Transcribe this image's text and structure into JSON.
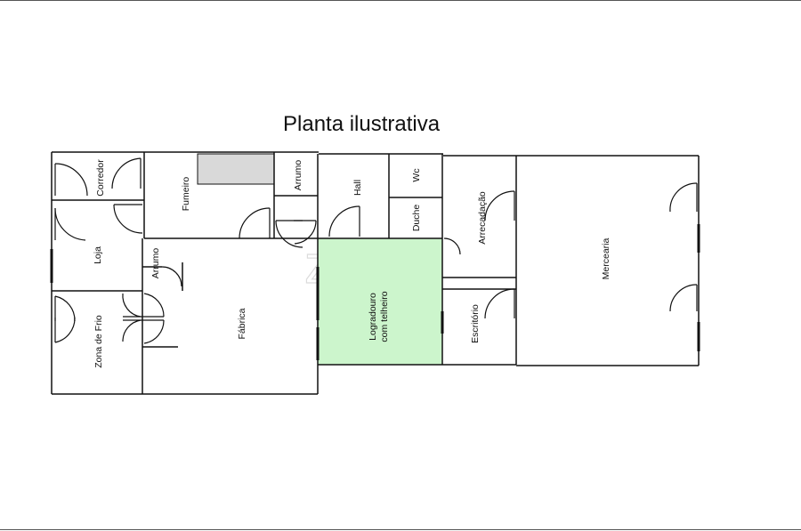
{
  "title": "Planta ilustrativa",
  "watermark": "zome",
  "colors": {
    "courtyard_fill": "#ccf5cc",
    "courtyard_stroke": "#9be09b",
    "chimney_fill": "#d9d9d9",
    "wall": "#111111"
  },
  "rooms": {
    "corredor": "Corredor",
    "fumeiro": "Fumeiro",
    "arrumo_top": "Arrumo",
    "hall": "Hall",
    "wc": "Wc",
    "duche": "Duche",
    "arrecadacao": "Arrecadação",
    "mercearia": "Mercearia",
    "loja": "Loja",
    "arrumo_mid": "Arrumo",
    "zona_frio": "Zona de Frio",
    "fabrica": "Fábrica",
    "logradouro_line1": "Logradouro",
    "logradouro_line2": "com telheiro",
    "escritorio": "Escritório"
  }
}
